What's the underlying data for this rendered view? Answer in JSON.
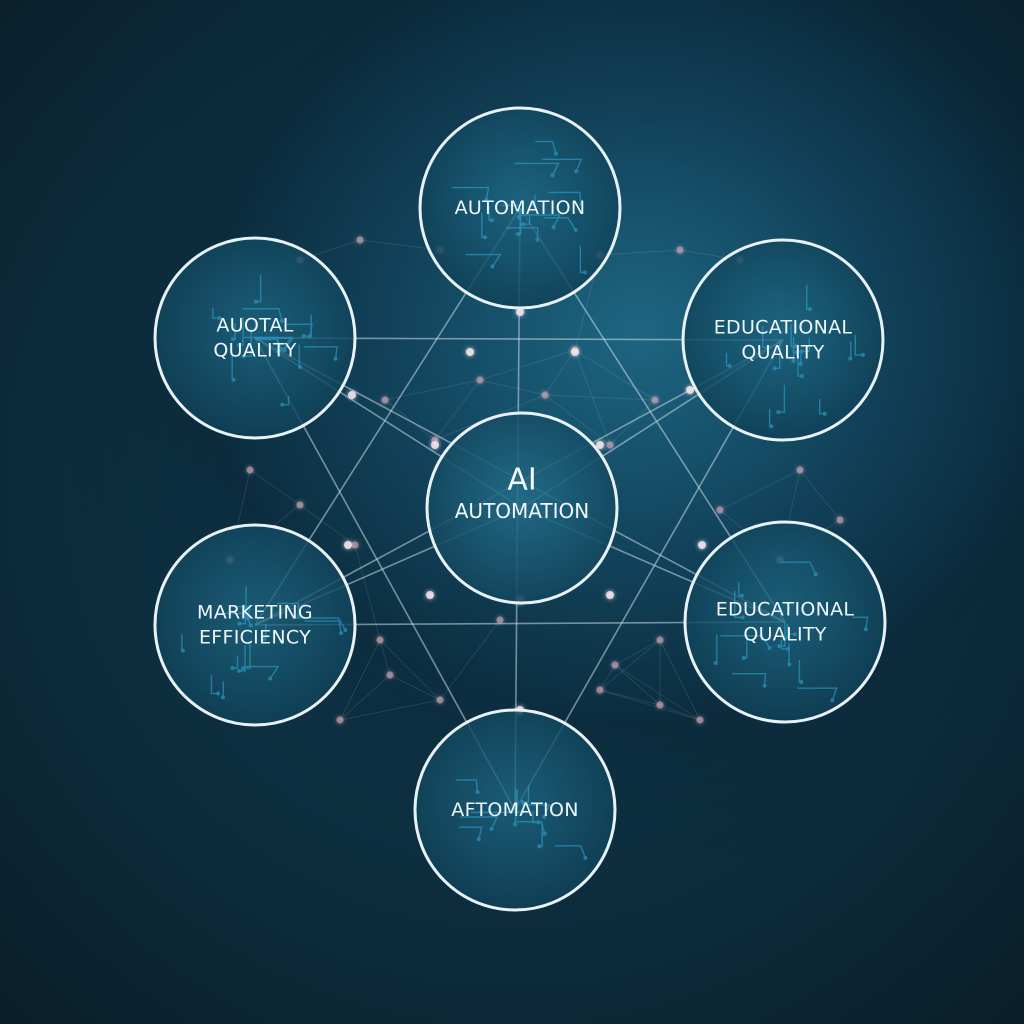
{
  "center": {
    "title": "AI",
    "subtitle": "AUTOMATION"
  },
  "nodes": [
    {
      "id": "top",
      "lines": [
        "AUTOMATION"
      ]
    },
    {
      "id": "upper-left",
      "lines": [
        "AUOTAL",
        "QUALITY"
      ]
    },
    {
      "id": "upper-right",
      "lines": [
        "EDUCATIONAL",
        "QUALITY"
      ]
    },
    {
      "id": "lower-left",
      "lines": [
        "MARKETING",
        "EFFICIENCY"
      ]
    },
    {
      "id": "lower-right",
      "lines": [
        "EDUCATIONAL",
        "QUALITY"
      ]
    },
    {
      "id": "bottom",
      "lines": [
        "AFTOMATION"
      ]
    }
  ],
  "colors": {
    "ring": "#e8f2f6",
    "link": "#c9dde6",
    "circuit": "#2fa3cf",
    "dot": "#d7a9b8"
  }
}
